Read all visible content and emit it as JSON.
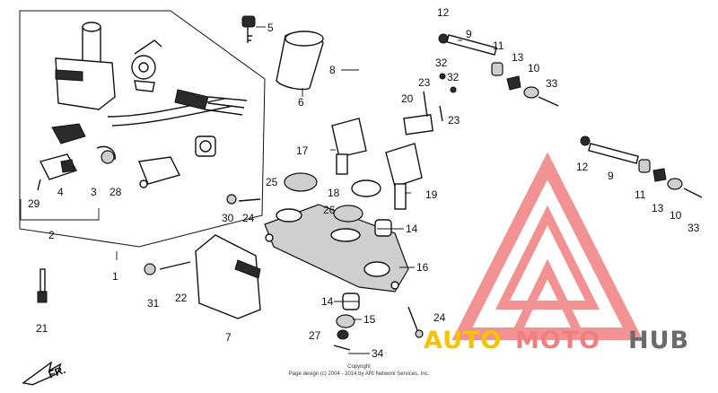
{
  "parts_labels": {
    "p1": "1",
    "p2": "2",
    "p3": "3",
    "p4": "4",
    "p5": "5",
    "p6": "6",
    "p7": "7",
    "p8": "8",
    "p9a": "9",
    "p9b": "9",
    "p10a": "10",
    "p10b": "10",
    "p11a": "11",
    "p11b": "11",
    "p12a": "12",
    "p12b": "12",
    "p13a": "13",
    "p13b": "13",
    "p14a": "14",
    "p14b": "14",
    "p15": "15",
    "p16": "16",
    "p17": "17",
    "p18": "18",
    "p19": "19",
    "p20": "20",
    "p21": "21",
    "p22": "22",
    "p23a": "23",
    "p23b": "23",
    "p24a": "24",
    "p24b": "24",
    "p25": "25",
    "p26": "26",
    "p27": "27",
    "p28": "28",
    "p29": "29",
    "p30": "30",
    "p31": "31",
    "p32a": "32",
    "p32b": "32",
    "p33a": "33",
    "p33b": "33",
    "p34": "34"
  },
  "direction_label": "FR.",
  "copyright": {
    "line1": "Copyright",
    "line2": "Page design (c) 2004 - 2014 by ARI Network Services, Inc."
  },
  "watermark": {
    "word_auto": "AUTO",
    "word_moto": "MOTO",
    "word_hub": "HUB",
    "color_primary": "#f08080",
    "color_accent": "#f5c400",
    "color_dark": "#6b6b6b"
  }
}
